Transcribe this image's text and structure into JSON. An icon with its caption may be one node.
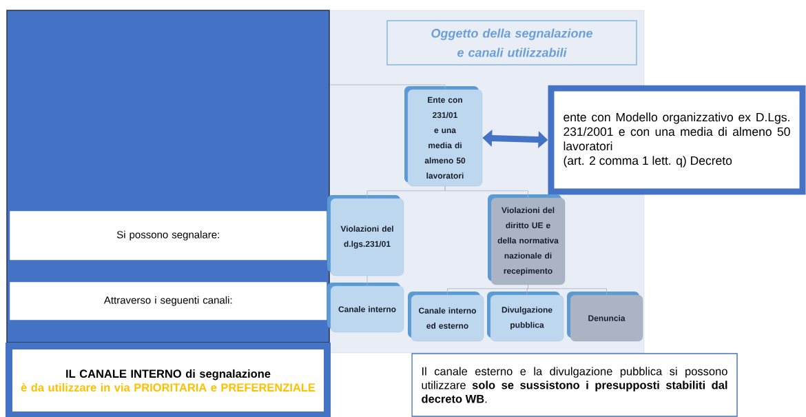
{
  "diagram": {
    "nodes": [
      {
        "text": [],
        "shape": "box"
      },
      {
        "text": [
          "Oggetto della segnalazione e canali utilizzabili"
        ]
      },
      {
        "text": [
          "Ente con 231/01 e una media di almeno 50 lavoratori"
        ]
      },
      {
        "text": [
          "ente con Modello organizzativo ex D.Lgs. 231/2001 e con una media di almeno 50 lavoratori",
          "(art. 2 comma 1 lett. q) Decreto"
        ]
      },
      {
        "text": [
          "Violazioni del d.lgs.231/01"
        ]
      },
      {
        "text": [
          "Violazioni del diritto UE e della normativa nazionale di recepimento"
        ]
      },
      {
        "text": [
          "Canale interno"
        ]
      },
      {
        "text": [
          "Canale interno ed esterno"
        ]
      },
      {
        "text": [
          "Divulgazione pubblica"
        ]
      },
      {
        "text": [
          "Denuncia"
        ]
      },
      {
        "text": [
          "Si possono segnalare:"
        ],
        "in": 0
      },
      {
        "text": [
          "Attraverso i seguenti canali:"
        ],
        "in": 0
      },
      {
        "text": [
          "IL CANALE INTERNO di segnalazione",
          "è da utilizzare in via PRIORITARIA e PREFERENZIALE"
        ]
      },
      {
        "text": [
          "Il canale esterno e la divulgazione pubblica si possono utilizzare **solo se sussistono i presupposti stabiliti dal decreto WB**."
        ]
      }
    ],
    "edges": [
      {
        "from": 0,
        "to": 2,
        "arrow": "none"
      },
      {
        "from": 2,
        "to": 4,
        "arrow": "none"
      },
      {
        "from": 2,
        "to": 5,
        "arrow": "none"
      },
      {
        "from": 4,
        "to": 6,
        "arrow": "none"
      },
      {
        "from": 5,
        "to": 7,
        "arrow": "none"
      },
      {
        "from": 5,
        "to": 8,
        "arrow": "none"
      },
      {
        "from": 5,
        "to": 9,
        "arrow": "none"
      },
      {
        "from": 2,
        "to": 3,
        "arrow": "both",
        "style": "thick",
        "color": "#4472c4"
      }
    ]
  }
}
